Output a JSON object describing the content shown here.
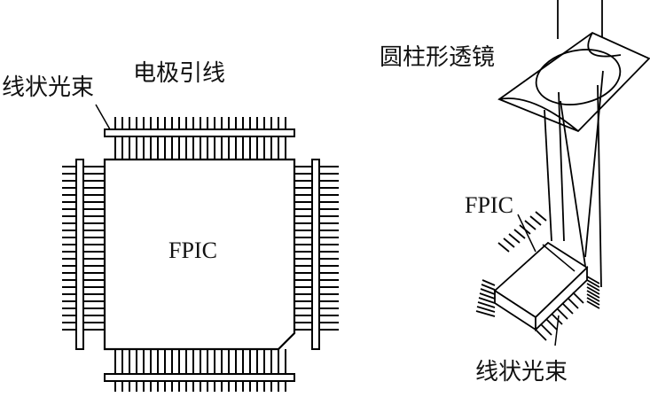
{
  "labels": {
    "linear_beam_left": "线状光束",
    "electrode_leads": "电极引线",
    "chip_main": "FPIC",
    "cylindrical_lens": "圆柱形透镜",
    "chip_right": "FPIC",
    "linear_beam_right": "线状光束"
  },
  "colors": {
    "stroke": "#000000",
    "background": "#ffffff"
  }
}
